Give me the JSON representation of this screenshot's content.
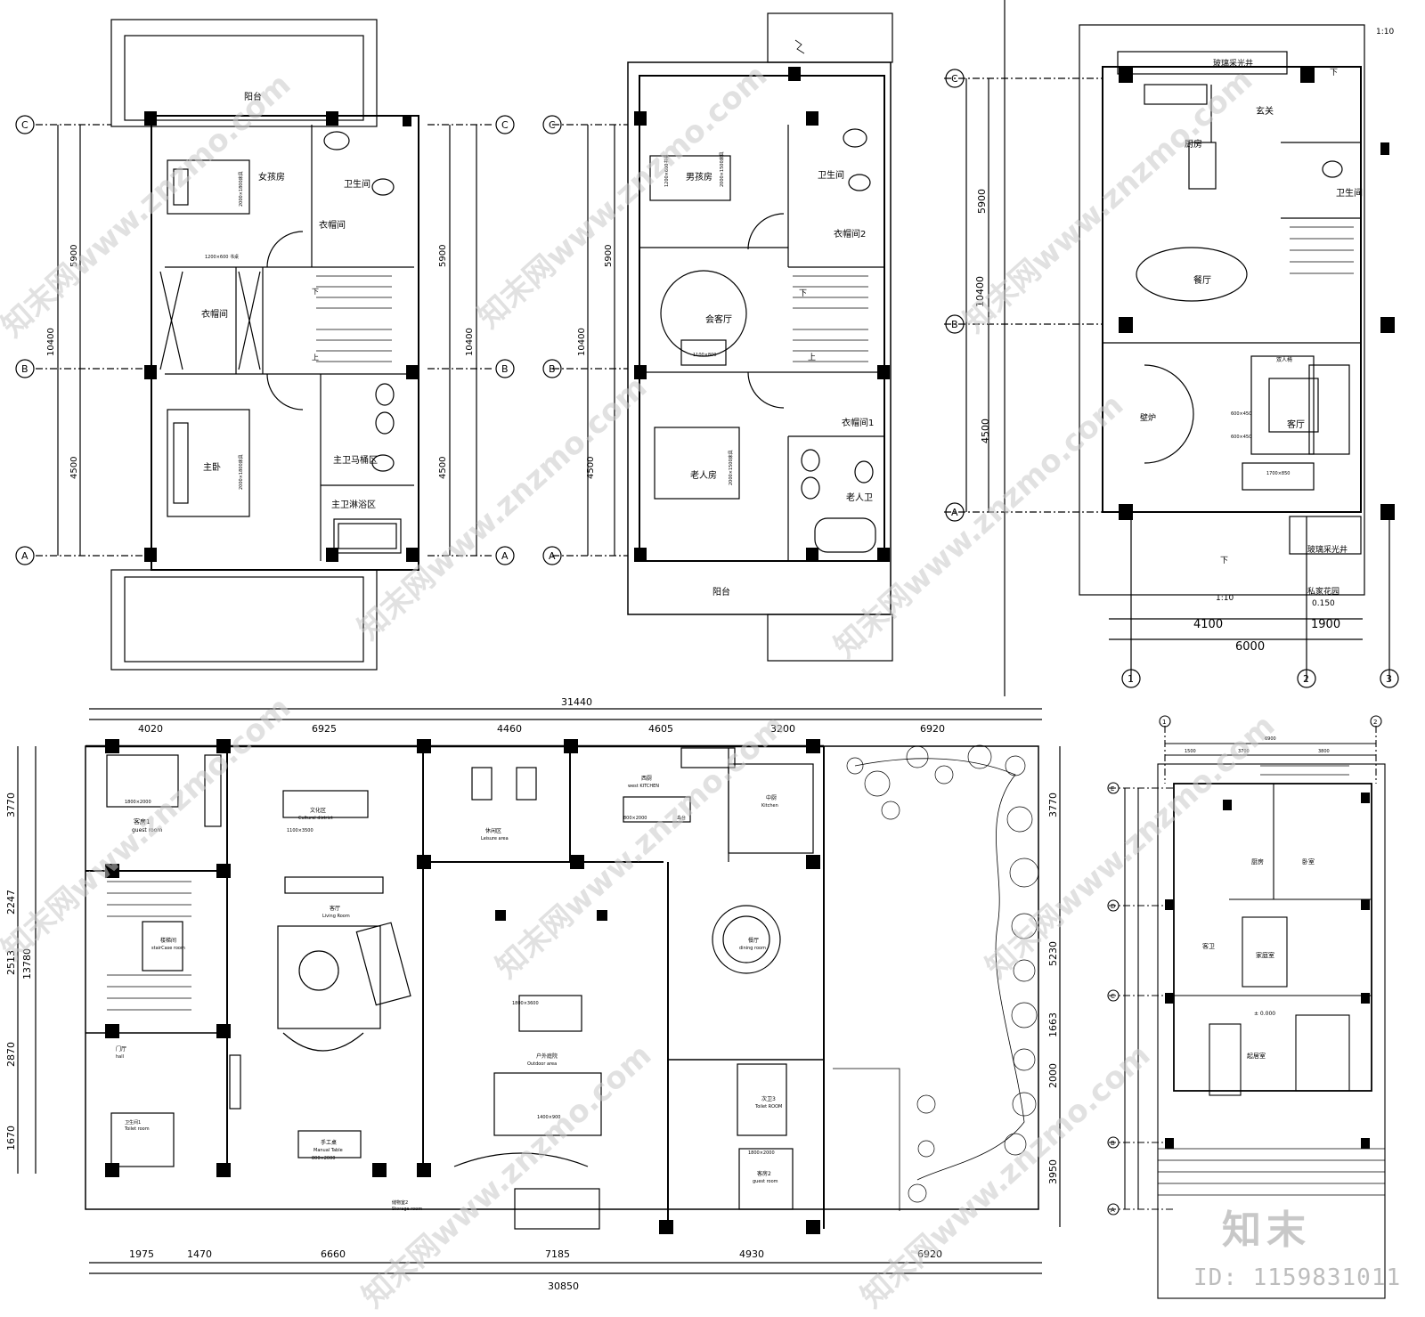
{
  "plan1": {
    "rooms": [
      "阳台",
      "女孩房",
      "卫生间",
      "衣帽间",
      "衣帽间",
      "主卧",
      "主卫马桶区",
      "主卫淋浴区"
    ],
    "axes": [
      "C",
      "B",
      "A",
      "C",
      "B",
      "A"
    ],
    "dims": [
      "5900",
      "10400",
      "4500",
      "5900",
      "10400",
      "4500"
    ],
    "stair": [
      "下",
      "上"
    ],
    "furniture": [
      "2000×1800床具",
      "2000×1800床具",
      "1200×600 书桌"
    ]
  },
  "plan2": {
    "rooms": [
      "男孩房",
      "卫生间",
      "衣帽间2",
      "会客厅",
      "老人房",
      "衣帽间1",
      "老人卫",
      "阳台"
    ],
    "axes": [
      "C",
      "B",
      "A"
    ],
    "dims": [
      "5900",
      "10400",
      "4500"
    ],
    "stair": [
      "下",
      "上"
    ],
    "furniture": [
      "1200×600书桌",
      "2000×1500床具",
      "1100×800",
      "2000×1500床具"
    ]
  },
  "plan3": {
    "rooms": [
      "玻璃采光井",
      "玄关",
      "厨房",
      "卫生间",
      "餐厅",
      "双人椅",
      "壁炉",
      "客厅",
      "玻璃采光井",
      "私家花园"
    ],
    "axes_left": [
      "C",
      "B",
      "A"
    ],
    "axes_bottom": [
      "1",
      "2",
      "3"
    ],
    "dims_left": [
      "5900",
      "10400",
      "4500"
    ],
    "dims_bottom": [
      "4100",
      "1900",
      "6000"
    ],
    "notes": [
      "1:10",
      "下",
      "下",
      "1:10",
      "0.150"
    ],
    "furniture": [
      "600×450",
      "600×450",
      "1700×850"
    ]
  },
  "plan4": {
    "top_total": "31440",
    "top_dims": [
      "4020",
      "6925",
      "4460",
      "4605",
      "3200",
      "6920"
    ],
    "bottom_total": "30850",
    "bottom_dims": [
      "1975",
      "1470",
      "6660",
      "7185",
      "4930",
      "6920"
    ],
    "left_total": "13780",
    "left_dims": [
      "3770",
      "2247",
      "2513",
      "2870",
      "1670"
    ],
    "right_dims": [
      "3770",
      "5230",
      "1663",
      "2000",
      "3950"
    ],
    "rooms": [
      {
        "cn": "客房1",
        "en": "guest room"
      },
      {
        "cn": "文化区",
        "en": "Cultural district"
      },
      {
        "cn": "休闲区",
        "en": "Leisure area"
      },
      {
        "cn": "西厨",
        "en": "west KITCHEN"
      },
      {
        "cn": "中厨",
        "en": "Kitchen"
      },
      {
        "cn": "楼梯间",
        "en": "stairCase room"
      },
      {
        "cn": "客厅",
        "en": "Living Room"
      },
      {
        "cn": "户外庭院",
        "en": "Outdoor area"
      },
      {
        "cn": "餐厅",
        "en": "dining room"
      },
      {
        "cn": "门厅",
        "en": "hall"
      },
      {
        "cn": "次卫3",
        "en": "Toilet ROOM"
      },
      {
        "cn": "手工桌",
        "en": "Manual Table"
      },
      {
        "cn": "卫生间1",
        "en": "Toilet room"
      },
      {
        "cn": "储物室2",
        "en": "Storage room"
      },
      {
        "cn": "客房2",
        "en": "guest room"
      }
    ],
    "furniture": [
      "1800×2000",
      "1100×3500",
      "1800×3600",
      "1400×900",
      "800×2000",
      "800×2000",
      "1800×2000"
    ],
    "island": "岛台"
  },
  "plan5": {
    "axes_left": [
      "E",
      "D",
      "C",
      "B",
      "A"
    ],
    "axes_top": [
      "1",
      "2"
    ],
    "rooms": [
      "厨房",
      "卧室",
      "客卫",
      "家庭室",
      "起居室"
    ],
    "level": "± 0.000",
    "misc": [
      "6900",
      "1500",
      "3700",
      "3800"
    ]
  },
  "watermark": {
    "text": "知末网www.znzmo.com",
    "brand": "知末",
    "id": "ID: 1159831011"
  }
}
